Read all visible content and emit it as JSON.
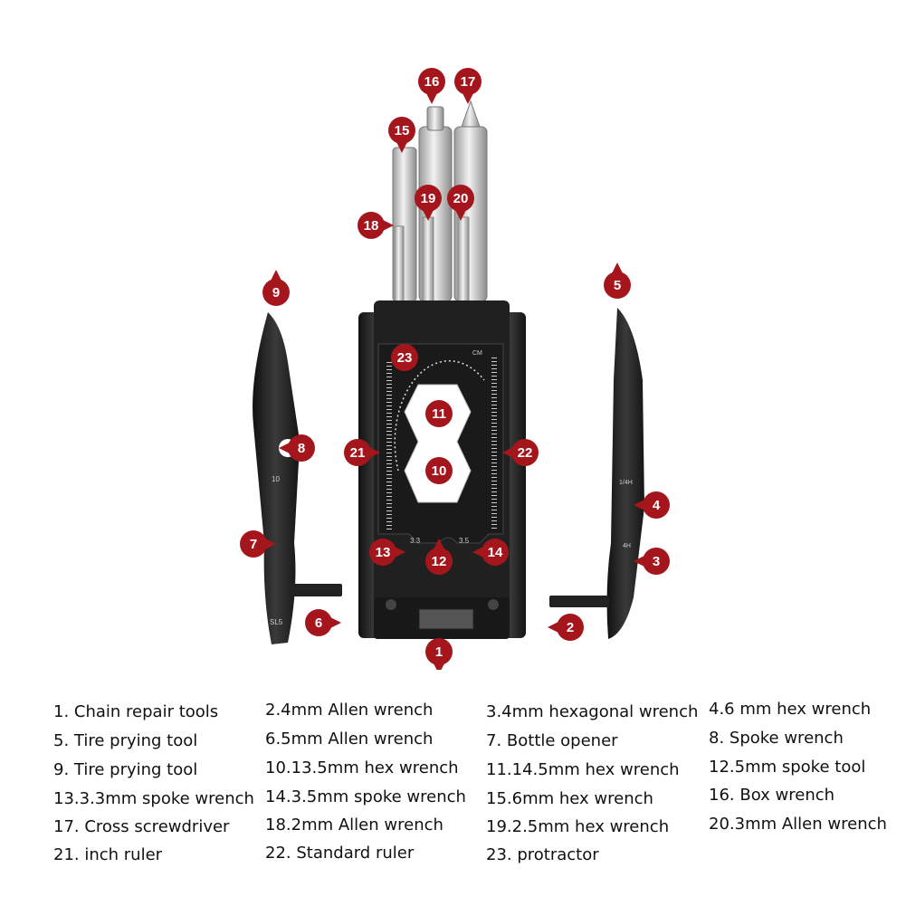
{
  "colors": {
    "marker": "#a5161c",
    "tool_metal": "#1e1e1e",
    "tool_body": "#2a2a2a",
    "silver": "#d8d8d8",
    "text": "#111111"
  },
  "markers": [
    {
      "id": "m1",
      "label": "1"
    },
    {
      "id": "m2",
      "label": "2"
    },
    {
      "id": "m3",
      "label": "3"
    },
    {
      "id": "m4",
      "label": "4"
    },
    {
      "id": "m5",
      "label": "5"
    },
    {
      "id": "m6",
      "label": "6"
    },
    {
      "id": "m7",
      "label": "7"
    },
    {
      "id": "m8",
      "label": "8"
    },
    {
      "id": "m9",
      "label": "9"
    },
    {
      "id": "m10",
      "label": "10"
    },
    {
      "id": "m11",
      "label": "11"
    },
    {
      "id": "m12",
      "label": "12"
    },
    {
      "id": "m13",
      "label": "13"
    },
    {
      "id": "m14",
      "label": "14"
    },
    {
      "id": "m15",
      "label": "15"
    },
    {
      "id": "m16",
      "label": "16"
    },
    {
      "id": "m17",
      "label": "17"
    },
    {
      "id": "m18",
      "label": "18"
    },
    {
      "id": "m19",
      "label": "19"
    },
    {
      "id": "m20",
      "label": "20"
    },
    {
      "id": "m21",
      "label": "21"
    },
    {
      "id": "m22",
      "label": "22"
    },
    {
      "id": "m23",
      "label": "23"
    }
  ],
  "tool_engravings": {
    "left_lever_size": "10",
    "left_lever_code": "SL5",
    "ruler_unit": "CM",
    "spoke_small": "3.3",
    "spoke_large": "3.5",
    "hex_right": "1/4H",
    "hex_right2": "4H"
  },
  "legend": [
    "1. Chain repair tools",
    "5. Tire prying tool",
    "9. Tire prying tool",
    "13.3.3mm spoke wrench",
    "17. Cross screwdriver",
    "21. inch ruler",
    "2.4mm Allen wrench",
    "6.5mm Allen wrench",
    "10.13.5mm hex wrench",
    "14.3.5mm spoke wrench",
    "18.2mm Allen wrench",
    "22. Standard ruler",
    "3.4mm hexagonal wrench",
    "7. Bottle opener",
    "11.14.5mm hex wrench",
    "15.6mm hex wrench",
    "19.2.5mm hex wrench",
    "23. protractor",
    "4.6 mm hex wrench",
    "8. Spoke wrench",
    "12.5mm spoke tool",
    "16. Box wrench",
    "20.3mm Allen wrench"
  ]
}
